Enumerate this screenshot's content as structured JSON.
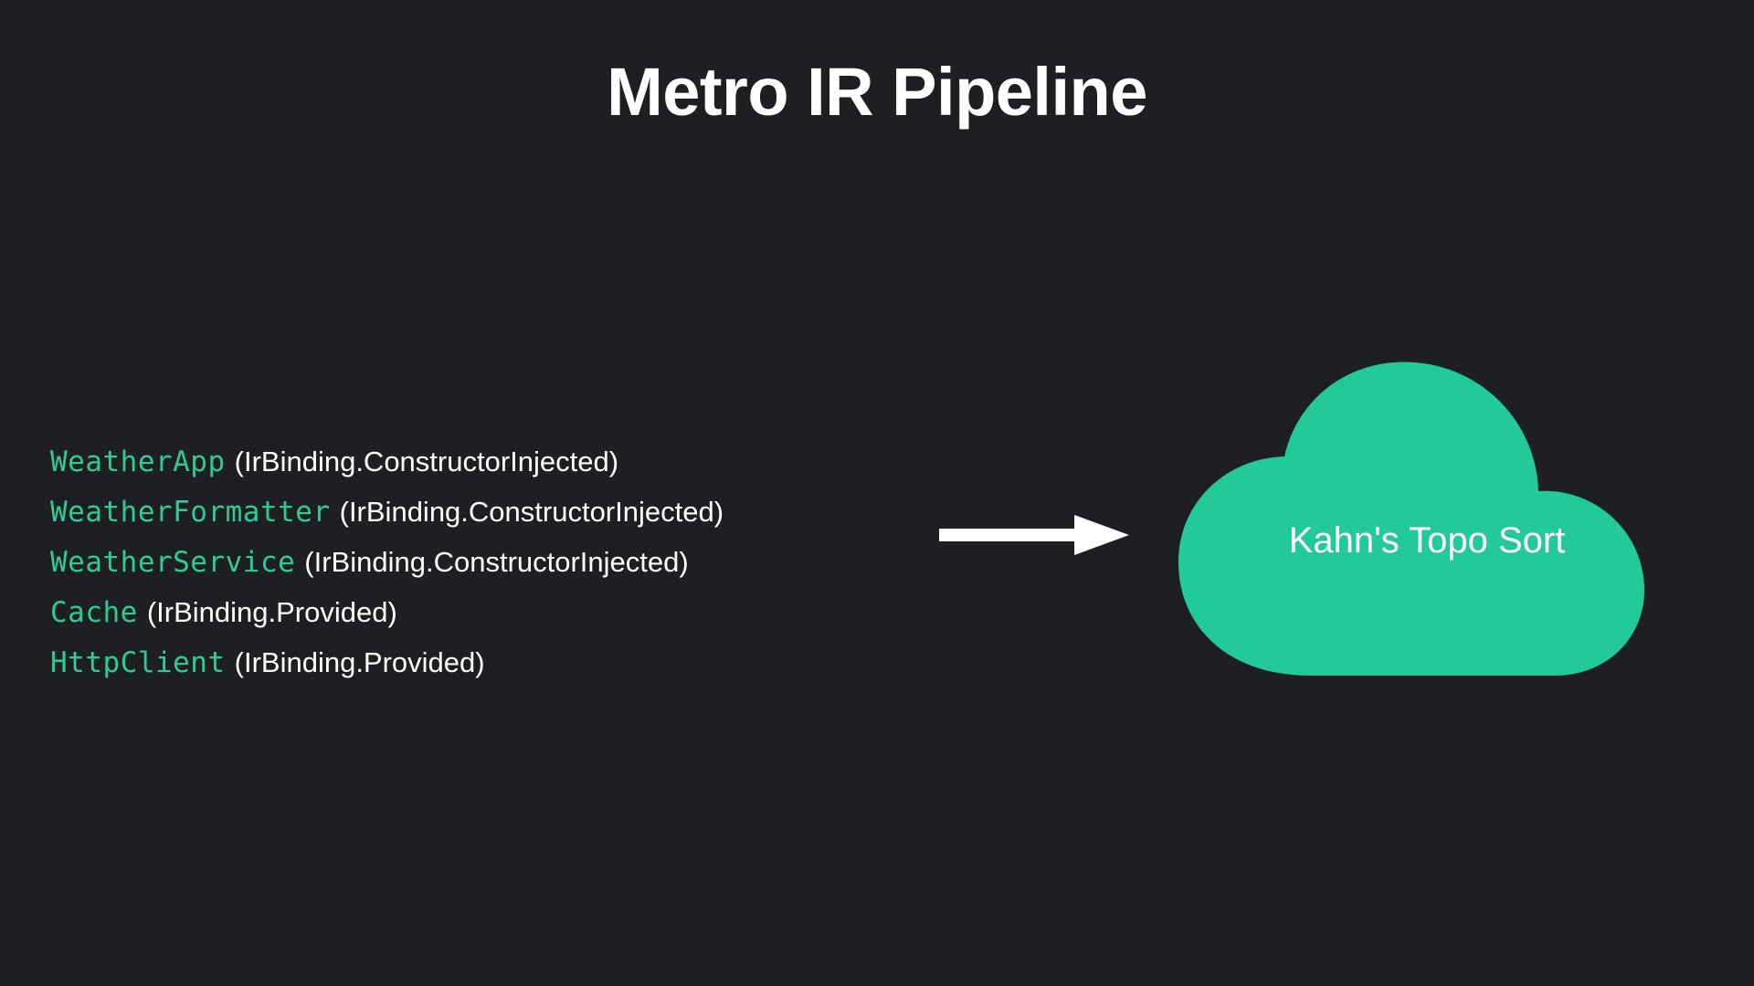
{
  "slide": {
    "title": "Metro IR Pipeline",
    "background_color": "#1e1f23",
    "accent_color": "#22c99b",
    "symbol_color": "#2ecc94",
    "text_color": "#ffffff"
  },
  "bindings": {
    "items": [
      {
        "symbol": "WeatherApp",
        "kind": "(IrBinding.ConstructorInjected)"
      },
      {
        "symbol": "WeatherFormatter",
        "kind": "(IrBinding.ConstructorInjected)"
      },
      {
        "symbol": "WeatherService",
        "kind": "(IrBinding.ConstructorInjected)"
      },
      {
        "symbol": "Cache",
        "kind": "(IrBinding.Provided)"
      },
      {
        "symbol": "HttpClient",
        "kind": "(IrBinding.Provided)"
      }
    ]
  },
  "arrow": {
    "icon": "arrow-right-icon",
    "direction": "right",
    "color": "#ffffff"
  },
  "output_node": {
    "shape": "cloud",
    "label": "Kahn's Topo Sort",
    "fill_color": "#22c99b",
    "label_color": "#ffffff"
  }
}
